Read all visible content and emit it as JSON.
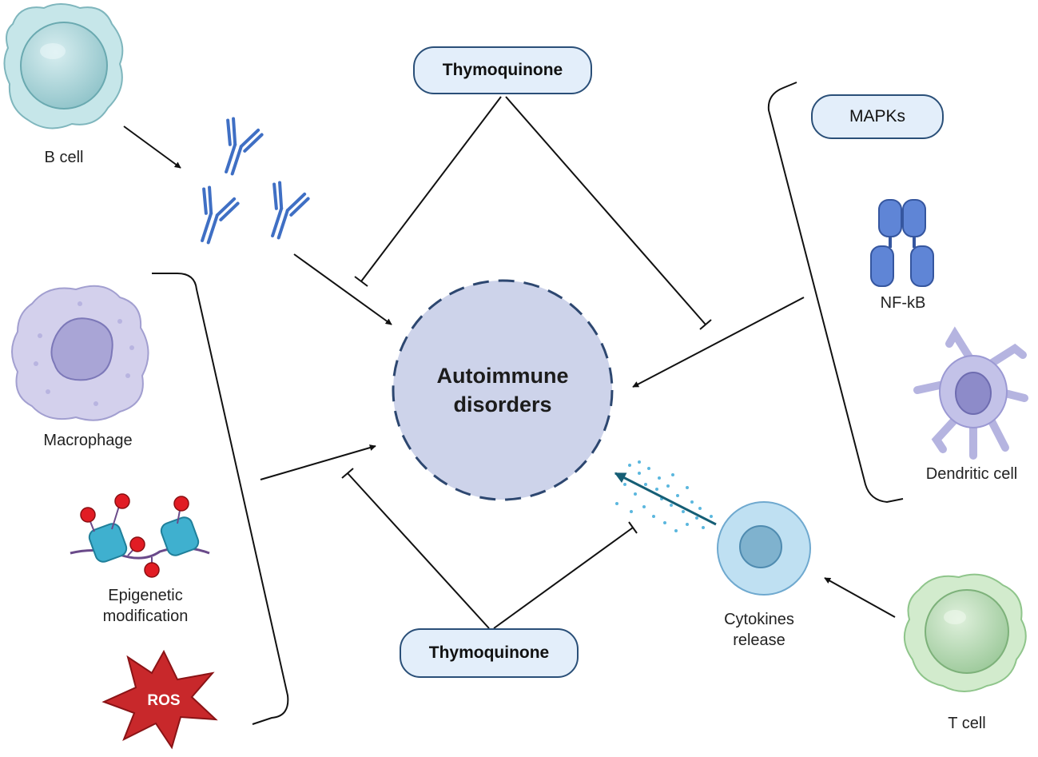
{
  "center": {
    "label": "Autoimmune disorders"
  },
  "inhibitors": {
    "top": "Thymoquinone",
    "bottom": "Thymoquinone"
  },
  "left": {
    "b_cell": "B cell",
    "macrophage": "Macrophage",
    "epigenetic": "Epigenetic modification",
    "ros": "ROS"
  },
  "right": {
    "mapks": "MAPKs",
    "nfkb": "NF-kB",
    "dendritic_cell": "Dendritic cell",
    "cytokines": "Cytokines release",
    "t_cell": "T cell"
  },
  "colors": {
    "center_fill": "#cdd3ea",
    "center_border": "#2d4770",
    "pill_fill": "#e3eefa",
    "pill_border": "#2a4f78",
    "antibody": "#3f6fc4",
    "b_cell": "#a9d4d9",
    "macrophage": "#c9c6e6",
    "dendritic": "#b5b4e0",
    "t_cell": "#b7dbb3",
    "cytokine_cell": "#a8cfe9",
    "nucleosome": "#3fb0cf",
    "methyl": "#e11c24",
    "ros": "#c8282b",
    "dots": "#5bb7de"
  }
}
